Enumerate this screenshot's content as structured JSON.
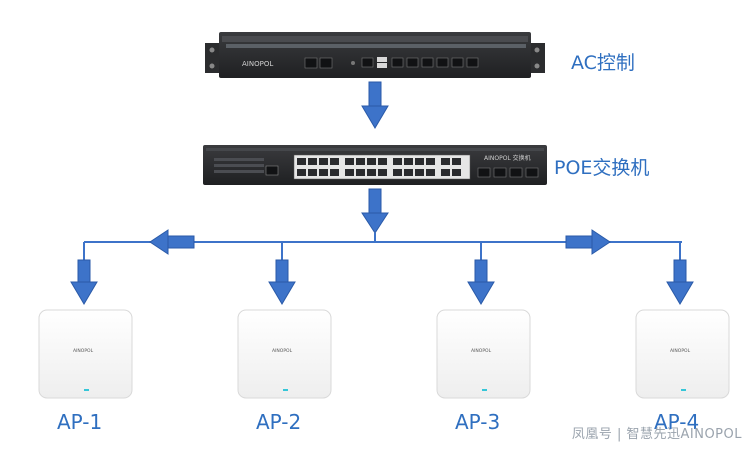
{
  "labels": {
    "ac": "AC控制",
    "poe": "POE交换机",
    "aps": [
      "AP-1",
      "AP-2",
      "AP-3",
      "AP-4"
    ]
  },
  "devices": {
    "ac_brand": "AINOPOL",
    "switch_brand": "AINOPOL 交换机",
    "ap_brand": "AINOPOL"
  },
  "watermark": "凤凰号 | 智慧先迅AINOPOL",
  "colors": {
    "accent": "#2f6fc0",
    "arrow": "#3d73c9",
    "device_dark": "#2a2b2e",
    "ap_body": "#f7f7f7"
  }
}
